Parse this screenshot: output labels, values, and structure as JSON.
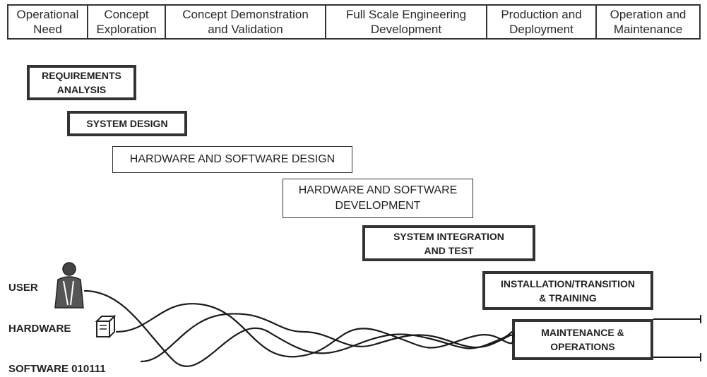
{
  "phases": [
    {
      "label": "Operational\nNeed"
    },
    {
      "label": "Concept\nExploration"
    },
    {
      "label": "Concept Demonstration\nand Validation"
    },
    {
      "label": "Full Scale Engineering\nDevelopment"
    },
    {
      "label": "Production and\nDeployment"
    },
    {
      "label": "Operation and\nMaintenance"
    }
  ],
  "activities": {
    "requirements_analysis": "REQUIREMENTS\nANALYSIS",
    "system_design": "SYSTEM DESIGN",
    "hw_sw_design": "HARDWARE AND SOFTWARE DESIGN",
    "hw_sw_development": "HARDWARE AND SOFTWARE\nDEVELOPMENT",
    "system_integration": "SYSTEM INTEGRATION\nAND TEST",
    "installation": "INSTALLATION/TRANSITION\n& TRAINING",
    "maintenance": "MAINTENANCE &\nOPERATIONS"
  },
  "side_labels": {
    "user": "USER",
    "hardware": "HARDWARE",
    "software": "SOFTWARE 010111"
  },
  "icons": {
    "user": "person-icon",
    "hardware": "hardware-box-icon"
  }
}
